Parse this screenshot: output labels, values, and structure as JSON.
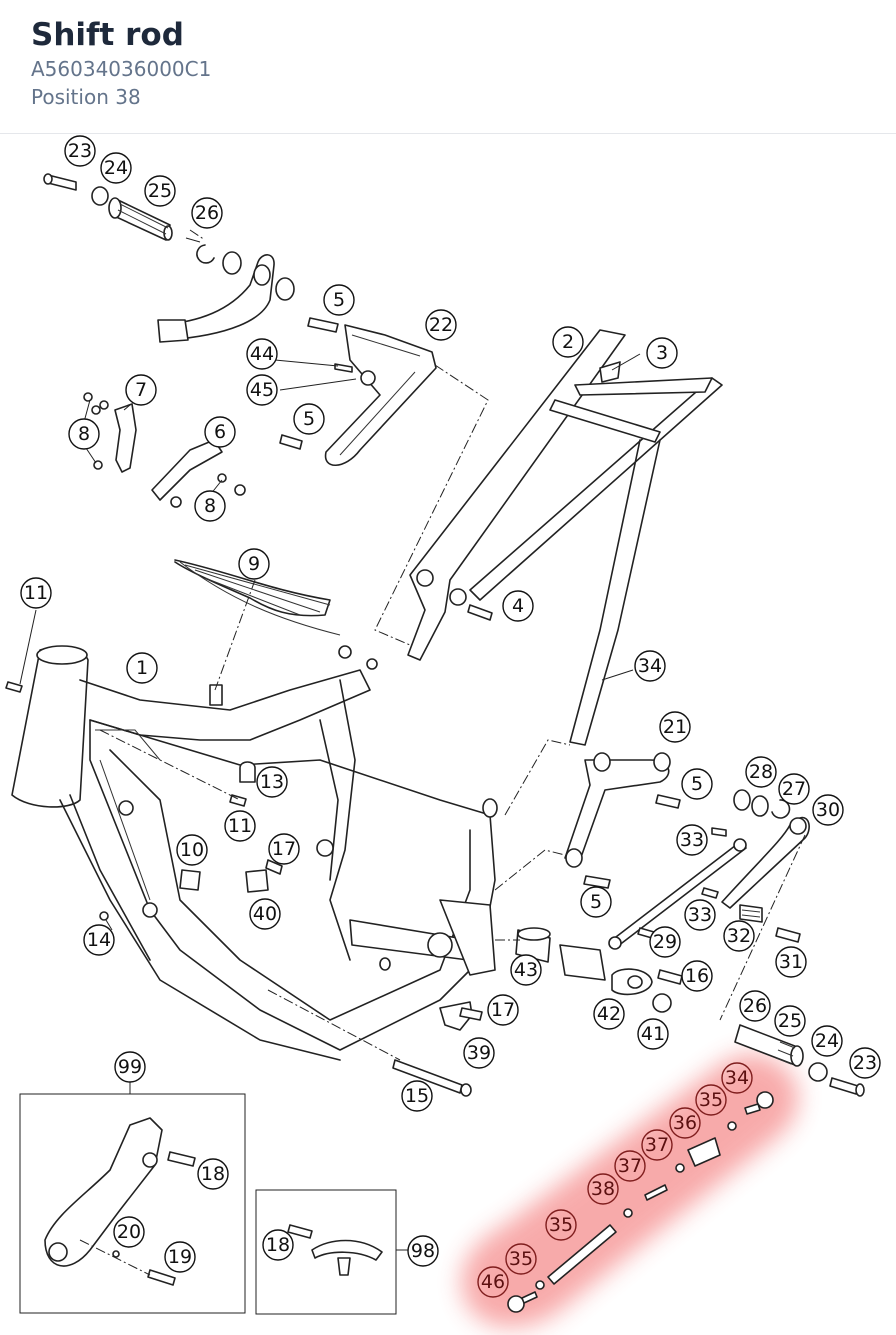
{
  "header": {
    "title": "Shift rod",
    "part_number": "A56034036000C1",
    "position": "Position 38"
  },
  "highlight_color": "#ef4444",
  "callouts": {
    "c23a": "23",
    "c24a": "24",
    "c25a": "25",
    "c26a": "26",
    "c5a": "5",
    "c22": "22",
    "c44": "44",
    "c45": "45",
    "c5b": "5",
    "c7": "7",
    "c8a": "8",
    "c6": "6",
    "c8b": "8",
    "c2": "2",
    "c3": "3",
    "c4": "4",
    "c9": "9",
    "c11a": "11",
    "c1": "1",
    "c11b": "11",
    "c13": "13",
    "c10": "10",
    "c17a": "17",
    "c40": "40",
    "c14": "14",
    "c34a": "34",
    "c21": "21",
    "c5c": "5",
    "c28": "28",
    "c27": "27",
    "c30": "30",
    "c33a": "33",
    "c5d": "5",
    "c33b": "33",
    "c29": "29",
    "c32": "32",
    "c31": "31",
    "c43": "43",
    "c16": "16",
    "c42": "42",
    "c41": "41",
    "c17b": "17",
    "c39": "39",
    "c15": "15",
    "c26b": "26",
    "c25b": "25",
    "c24b": "24",
    "c23b": "23",
    "c99": "99",
    "c18a": "18",
    "c20": "20",
    "c19": "19",
    "c18b": "18",
    "c98": "98",
    "h34": "34",
    "h35a": "35",
    "h36": "36",
    "h37a": "37",
    "h37b": "37",
    "h38": "38",
    "h35b": "35",
    "h35c": "35",
    "h46": "46"
  }
}
